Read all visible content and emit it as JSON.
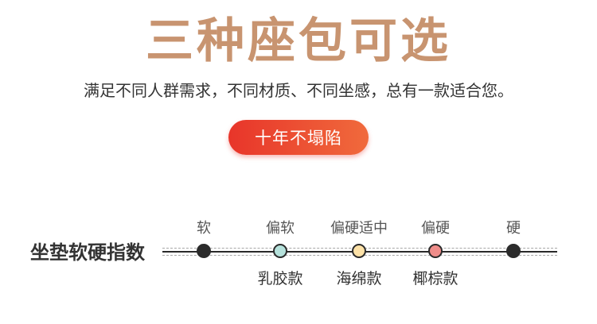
{
  "header": {
    "title": "三种座包可选",
    "subtitle": "满足不同人群需求，不同材质、不同坐感，总有一款适合您。"
  },
  "badge": {
    "label": "十年不塌陷"
  },
  "scale": {
    "label": "坐垫软硬指数",
    "levels": [
      {
        "label": "软",
        "type": "",
        "color": "#2b2b2b"
      },
      {
        "label": "偏软",
        "type": "乳胶款",
        "color": "#b6e2dc"
      },
      {
        "label": "偏硬适中",
        "type": "海绵款",
        "color": "#fde2a8"
      },
      {
        "label": "偏硬",
        "type": "椰棕款",
        "color": "#ef8d8a"
      },
      {
        "label": "硬",
        "type": "",
        "color": "#2b2b2b"
      }
    ]
  }
}
